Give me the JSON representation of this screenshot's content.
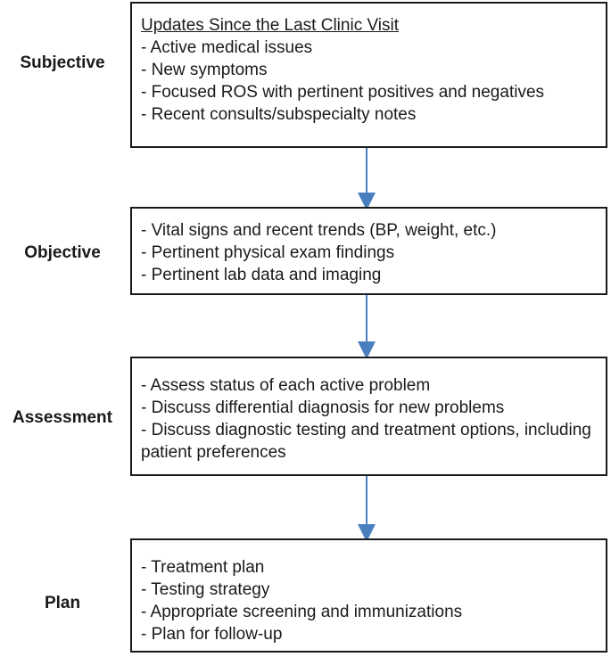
{
  "sections": [
    {
      "label": "Subjective",
      "heading": "Updates Since the Last Clinic Visit",
      "items": [
        "- Active medical issues",
        "- New symptoms",
        "- Focused ROS with pertinent positives and negatives",
        "- Recent consults/subspecialty notes"
      ]
    },
    {
      "label": "Objective",
      "items": [
        "- Vital signs and recent trends (BP, weight, etc.)",
        "- Pertinent physical exam findings",
        "- Pertinent lab data and imaging"
      ]
    },
    {
      "label": "Assessment",
      "items": [
        "- Assess status of each active problem",
        "- Discuss differential diagnosis for new problems",
        "- Discuss diagnostic testing and treatment options, including patient preferences"
      ]
    },
    {
      "label": "Plan",
      "items": [
        "- Treatment plan",
        "- Testing strategy",
        "- Appropriate screening and immunizations",
        "- Plan for follow-up"
      ]
    }
  ],
  "arrow_color": "#4a7fbf"
}
